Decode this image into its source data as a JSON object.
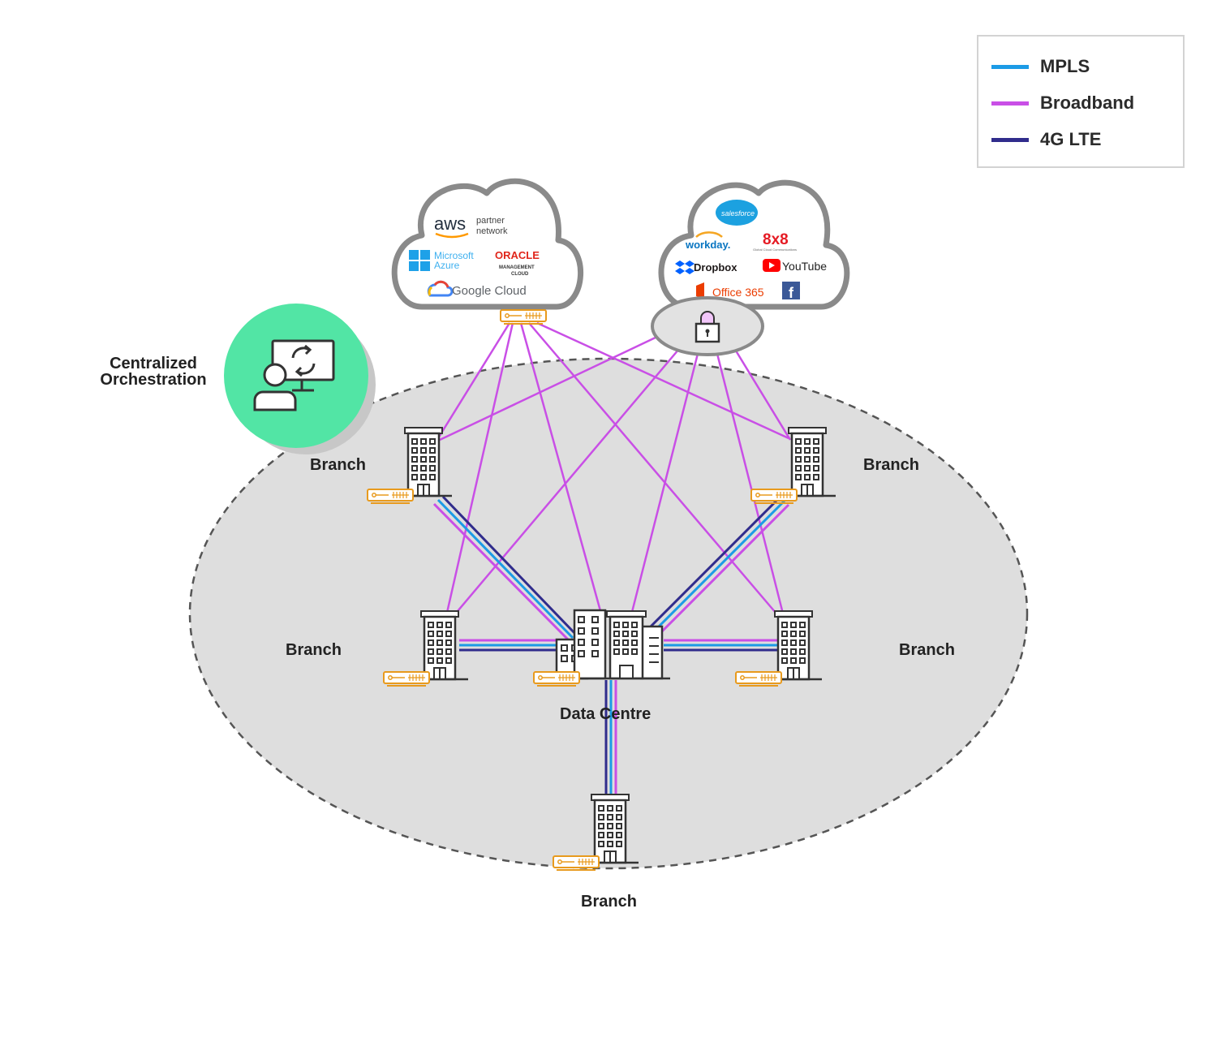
{
  "legend": {
    "items": [
      {
        "label": "MPLS",
        "color": "#1c9be6"
      },
      {
        "label": "Broadband",
        "color": "#c94fe6"
      },
      {
        "label": "4G LTE",
        "color": "#302c8c"
      }
    ]
  },
  "orchestration": {
    "line1": "Centralized",
    "line2": "Orchestration"
  },
  "labels": {
    "branch_top_left": "Branch",
    "branch_top_right": "Branch",
    "branch_mid_left": "Branch",
    "branch_mid_right": "Branch",
    "branch_bottom": "Branch",
    "data_centre": "Data Centre"
  },
  "cloud_iaas": {
    "aws": "aws",
    "aws_partner": "partner",
    "aws_network": "network",
    "azure_1": "Microsoft",
    "azure_2": "Azure",
    "oracle": "ORACLE",
    "oracle_sub1": "MANAGEMENT",
    "oracle_sub2": "CLOUD",
    "google": "Google Cloud"
  },
  "cloud_saas": {
    "salesforce": "salesforce",
    "workday": "workday.",
    "eightxeight": "8x8",
    "eightxeight_sub": "Global Cloud Communications",
    "dropbox": "Dropbox",
    "youtube": "YouTube",
    "office": "Office 365",
    "facebook": "f"
  },
  "colors": {
    "mpls": "#1c9be6",
    "broadband": "#c94fe6",
    "lte": "#302c8c",
    "orchestration": "#52e5a5",
    "router": "#e89a1d",
    "zone_fill": "#dedede"
  }
}
